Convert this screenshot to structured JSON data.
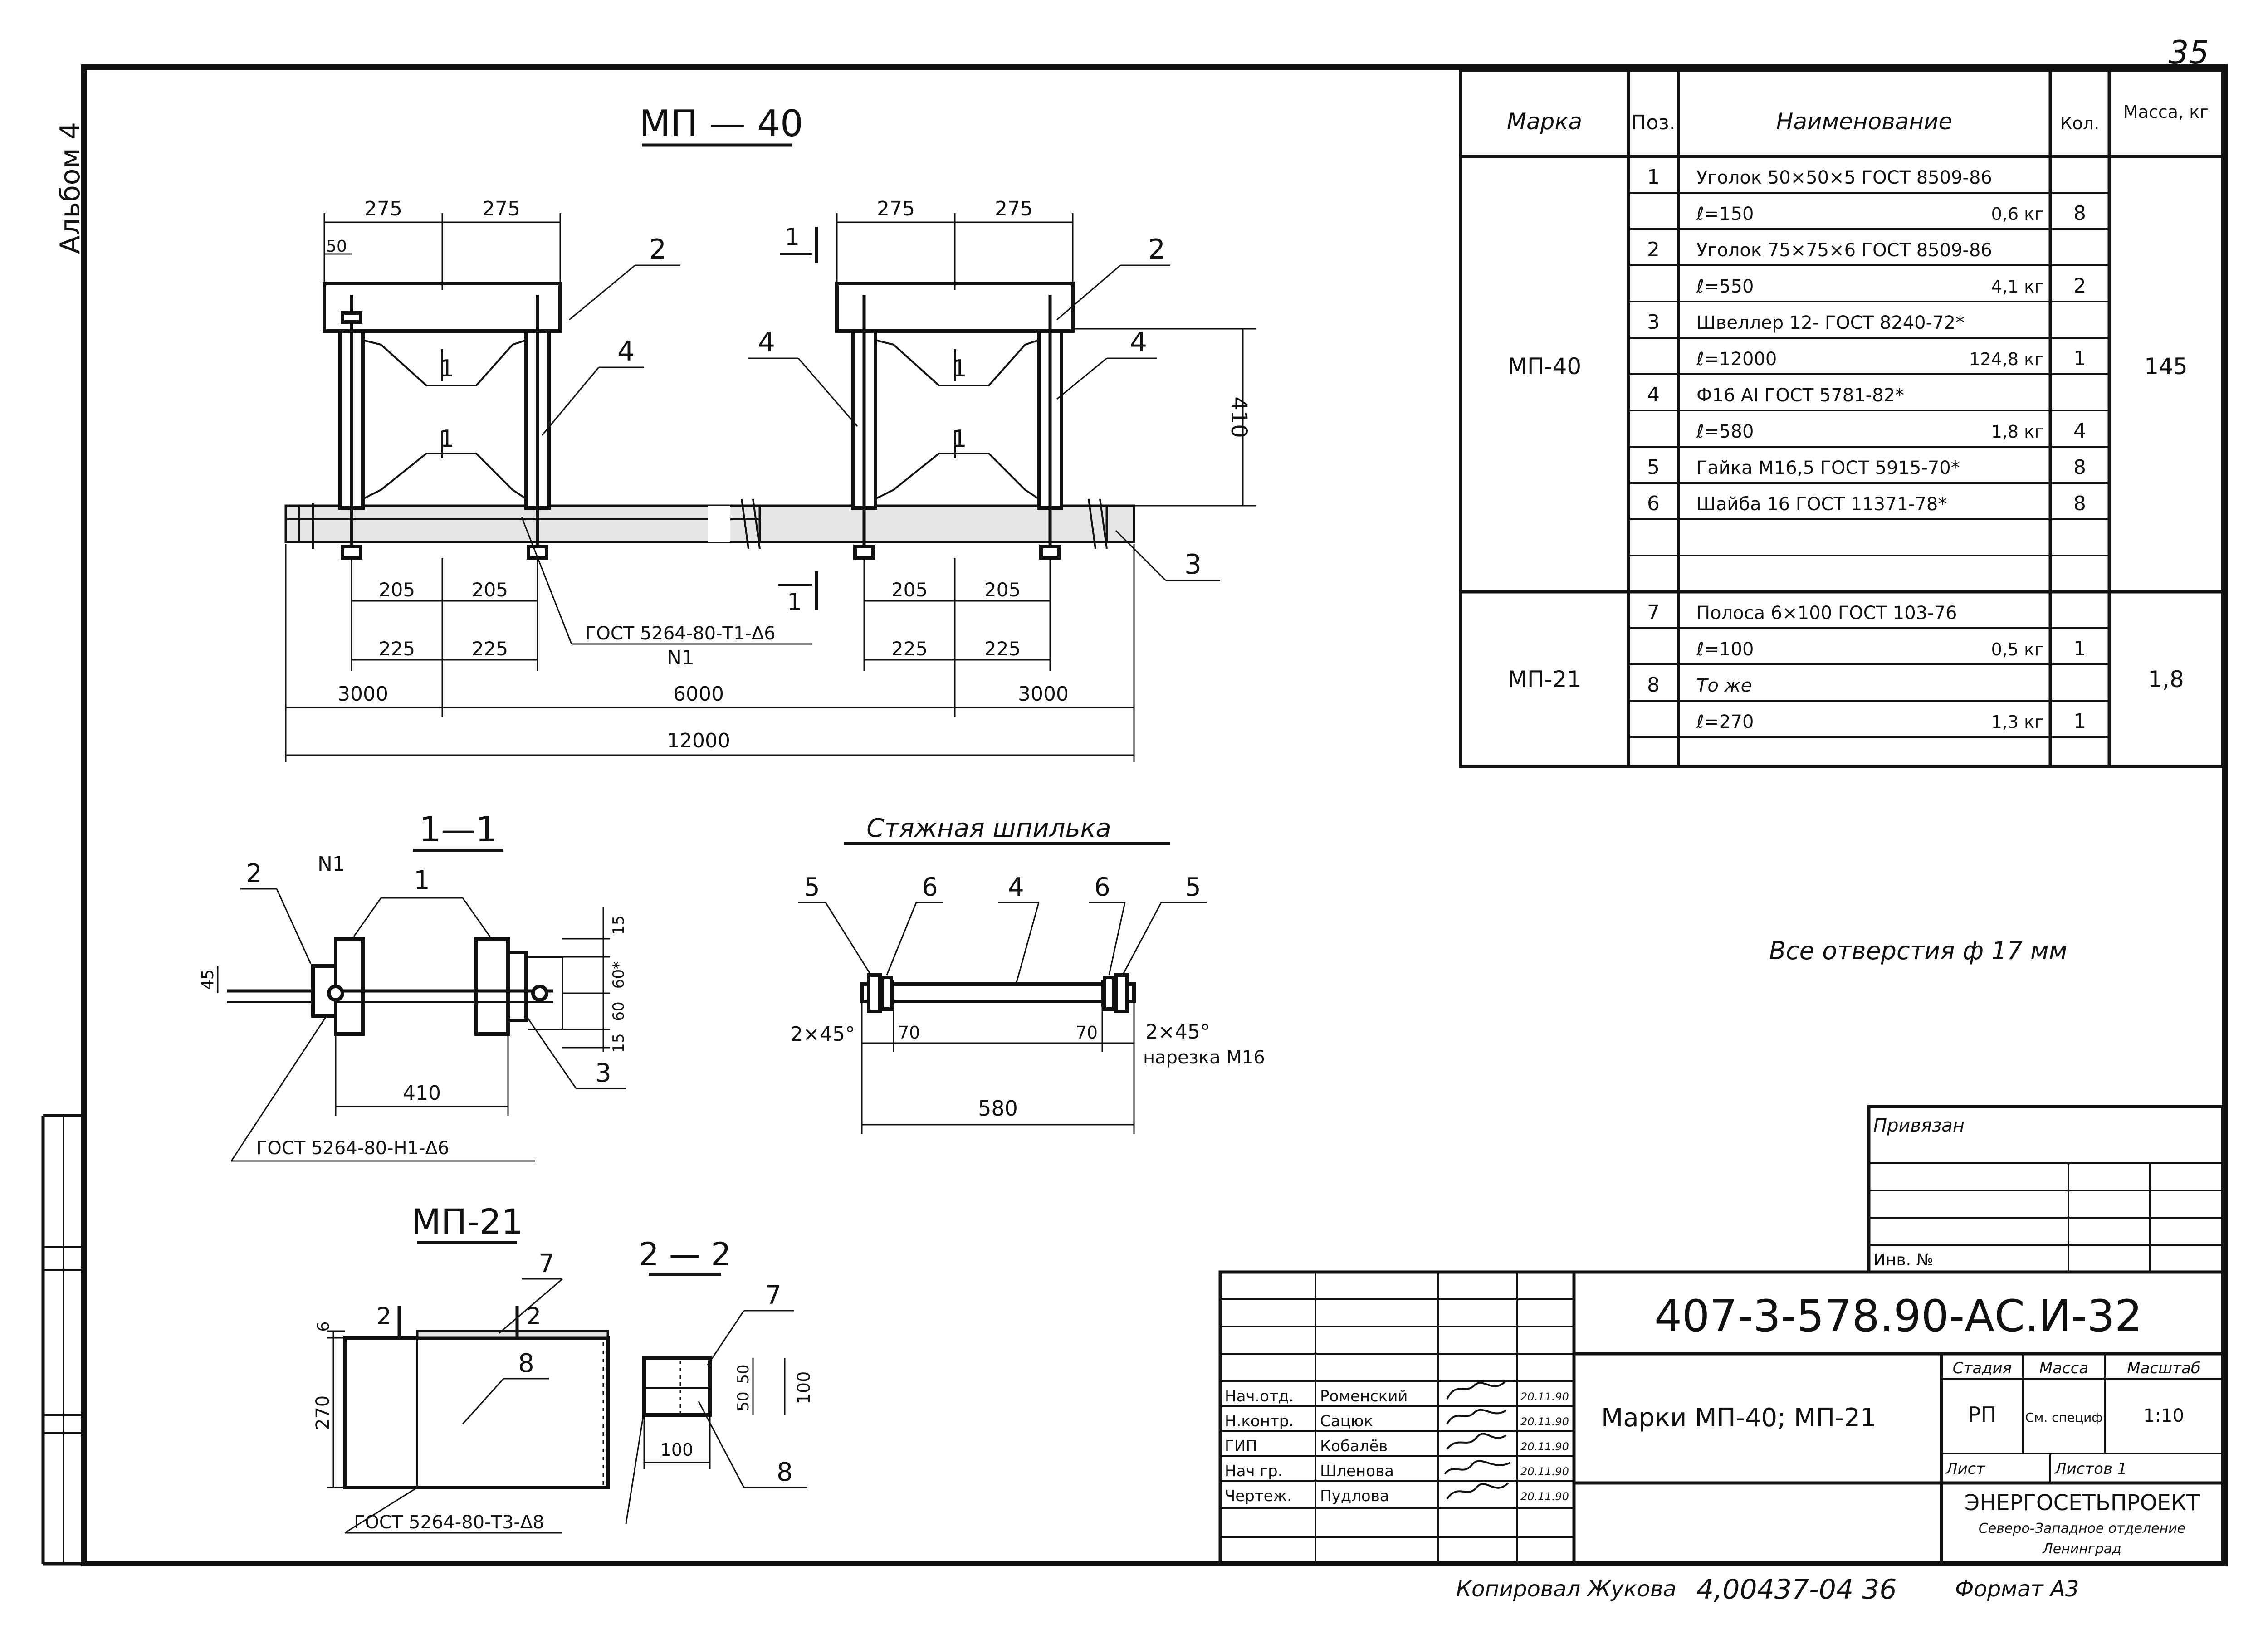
{
  "page": {
    "page_number": "35",
    "album": "Альбом 4",
    "scale_note": "Все отверстия ф 17 мм"
  },
  "views": {
    "mp40": {
      "title": "МП — 40",
      "dims": {
        "d275a": "275",
        "d275b": "275",
        "d275c": "275",
        "d275d": "275",
        "d50": "50",
        "d410": "410",
        "d205a": "205",
        "d205b": "205",
        "d205c": "205",
        "d205d": "205",
        "d225a": "225",
        "d225b": "225",
        "d225c": "225",
        "d225d": "225",
        "d3000a": "3000",
        "d6000": "6000",
        "d3000b": "3000",
        "d12000": "12000"
      },
      "callouts": {
        "c2a": "2",
        "c2b": "2",
        "c4a": "4",
        "c4b": "4",
        "c4c": "4",
        "c3": "3",
        "c1a": "1",
        "c1b": "1",
        "c1c": "1",
        "c1d": "1",
        "c1e": "1",
        "c1f": "1"
      },
      "weld_note": "ГОСТ 5264-80-Т1-Δ6",
      "node": "N1",
      "section_mark_top": "1",
      "section_mark_bottom": "1"
    },
    "sec11": {
      "title": "1—1",
      "node": "N1",
      "callouts": {
        "c2": "2",
        "c1": "1",
        "c3": "3"
      },
      "dims": {
        "d45": "45",
        "d15a": "15",
        "d60a": "60*",
        "d60b": "60",
        "d15b": "15",
        "d410": "410"
      },
      "weld_note": "ГОСТ 5264-80-Н1-Δ6"
    },
    "stud": {
      "title": "Стяжная шпилька",
      "callouts": {
        "c5a": "5",
        "c6a": "6",
        "c4": "4",
        "c6b": "6",
        "c5b": "5"
      },
      "dims": {
        "chamfer_l": "2×45°",
        "d70a": "70",
        "d70b": "70",
        "chamfer_r": "2×45°",
        "thread": "нарезка М16",
        "d580": "580"
      }
    },
    "mp21": {
      "title": "МП-21",
      "callouts": {
        "c7": "7",
        "c8": "8",
        "s2a": "2",
        "s2b": "2"
      },
      "dims": {
        "d6": "6",
        "d270": "270"
      },
      "weld_note": "ГОСТ 5264-80-Т3-Δ8"
    },
    "sec22": {
      "title": "2 — 2",
      "callouts": {
        "c7": "7",
        "c8": "8"
      },
      "dims": {
        "d50a": "50",
        "d50b": "50",
        "d100v": "100",
        "d100h": "100"
      }
    }
  },
  "spec_table": {
    "headers": {
      "mark": "Марка",
      "pos": "Поз.",
      "name": "Наименование",
      "qty": "Кол.",
      "mass": "Масса, кг"
    },
    "groups": [
      {
        "mark": "МП-40",
        "mass": "145",
        "rows": [
          {
            "pos": "1",
            "name": "Уголок 50×50×5  ГОСТ 8509-86",
            "qty": ""
          },
          {
            "pos": "",
            "name": "ℓ=150",
            "weight": "0,6 кг",
            "qty": "8"
          },
          {
            "pos": "2",
            "name": "Уголок 75×75×6  ГОСТ 8509-86",
            "qty": ""
          },
          {
            "pos": "",
            "name": "ℓ=550",
            "weight": "4,1 кг",
            "qty": "2"
          },
          {
            "pos": "3",
            "name": "Швеллер 12- ГОСТ 8240-72*",
            "qty": ""
          },
          {
            "pos": "",
            "name": "ℓ=12000",
            "weight": "124,8 кг",
            "qty": "1"
          },
          {
            "pos": "4",
            "name": "Ф16 АI  ГОСТ 5781-82*",
            "qty": ""
          },
          {
            "pos": "",
            "name": "ℓ=580",
            "weight": "1,8 кг",
            "qty": "4"
          },
          {
            "pos": "5",
            "name": "Гайка М16,5  ГОСТ 5915-70*",
            "qty": "8"
          },
          {
            "pos": "6",
            "name": "Шайба 16  ГОСТ 11371-78*",
            "qty": "8"
          }
        ]
      },
      {
        "mark": "МП-21",
        "mass": "1,8",
        "rows": [
          {
            "pos": "7",
            "name": "Полоса 6×100  ГОСТ 103-76",
            "qty": ""
          },
          {
            "pos": "",
            "name": "ℓ=100",
            "weight": "0,5 кг",
            "qty": "1"
          },
          {
            "pos": "8",
            "name": "То же",
            "qty": ""
          },
          {
            "pos": "",
            "name": "ℓ=270",
            "weight": "1,3 кг",
            "qty": "1"
          }
        ]
      }
    ]
  },
  "privyazan": {
    "label": "Привязан",
    "inv": "Инв. №"
  },
  "title_block": {
    "doc_code": "407-3-578.90-АС.И-32",
    "drawing_name": "Марки МП-40; МП-21",
    "stage_label": "Стадия",
    "mass_label": "Масса",
    "scale_label": "Масштаб",
    "stage": "РП",
    "mass_value": "См. специф",
    "scale": "1:10",
    "sheet_label": "Лист",
    "sheets_label": "Листов 1",
    "org_name": "ЭНЕРГОСЕТЬПРОЕКТ",
    "org_branch": "Северо-Западное отделение",
    "org_city": "Ленинград",
    "signers": [
      {
        "role": "Нач.отд.",
        "name": "Роменский",
        "date": "20.11.90"
      },
      {
        "role": "Н.контр.",
        "name": "Сацюк",
        "date": "20.11.90"
      },
      {
        "role": "ГИП",
        "name": "Кобалёв",
        "date": "20.11.90"
      },
      {
        "role": "Нач гр.",
        "name": "Шленова",
        "date": "20.11.90"
      },
      {
        "role": "Чертеж.",
        "name": "Пудлова",
        "date": "20.11.90"
      }
    ]
  },
  "footer": {
    "copied": "Копировал Жукова",
    "archive": "4,00437-04 36",
    "format": "Формат А3"
  }
}
